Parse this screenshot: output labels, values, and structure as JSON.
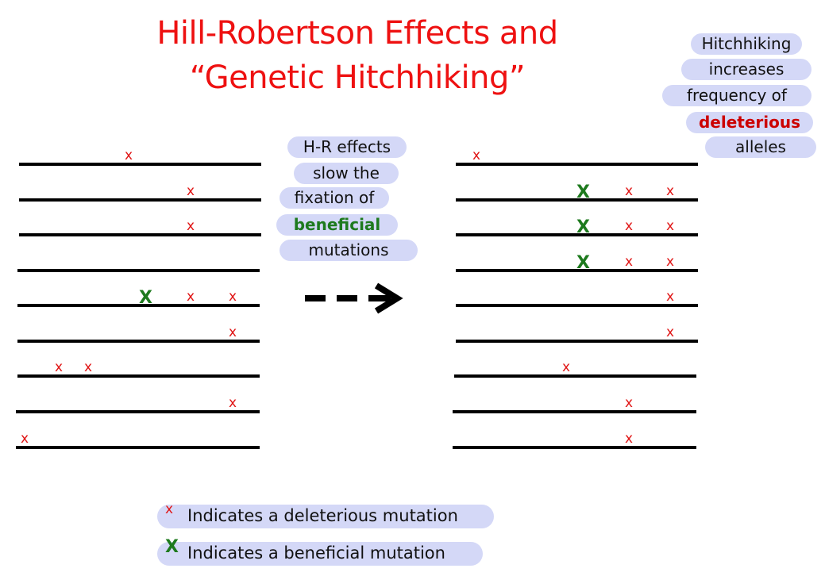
{
  "title": {
    "line1": "Hill-Robertson Effects and",
    "line2": "“Genetic Hitchhiking”"
  },
  "hr_note": [
    {
      "text": "H-R effects"
    },
    {
      "text": "slow the"
    },
    {
      "text": "fixation of"
    },
    {
      "text": "beneficial",
      "emphasis": "beneficial"
    },
    {
      "text": "mutations"
    }
  ],
  "hitchhiking_note": [
    {
      "text": "Hitchhiking"
    },
    {
      "text": "increases"
    },
    {
      "text": "frequency of"
    },
    {
      "text": "deleterious",
      "emphasis": "deleterious"
    },
    {
      "text": "alleles"
    }
  ],
  "mutation_symbol": "x",
  "beneficial_symbol": "X",
  "colors": {
    "title": "#ee1111",
    "deleterious": "#e01515",
    "beneficial": "#1e7a1e",
    "bubble": "#d4d8f7",
    "line": "#000000"
  },
  "legend": [
    {
      "type": "deleterious",
      "mark": "x",
      "text": "Indicates a deleterious mutation"
    },
    {
      "type": "beneficial",
      "mark": "X",
      "text": "Indicates a beneficial mutation"
    }
  ],
  "before_population": [
    {
      "mutations": [
        {
          "type": "deleterious"
        }
      ]
    },
    {
      "mutations": [
        {
          "type": "deleterious"
        }
      ]
    },
    {
      "mutations": [
        {
          "type": "deleterious"
        }
      ]
    },
    {
      "mutations": []
    },
    {
      "mutations": [
        {
          "type": "beneficial"
        },
        {
          "type": "deleterious"
        },
        {
          "type": "deleterious"
        }
      ]
    },
    {
      "mutations": [
        {
          "type": "deleterious"
        }
      ]
    },
    {
      "mutations": [
        {
          "type": "deleterious"
        },
        {
          "type": "deleterious"
        }
      ]
    },
    {
      "mutations": [
        {
          "type": "deleterious"
        }
      ]
    },
    {
      "mutations": [
        {
          "type": "deleterious"
        }
      ]
    }
  ],
  "after_population": [
    {
      "mutations": [
        {
          "type": "deleterious"
        }
      ]
    },
    {
      "mutations": [
        {
          "type": "beneficial"
        },
        {
          "type": "deleterious"
        },
        {
          "type": "deleterious"
        }
      ]
    },
    {
      "mutations": [
        {
          "type": "beneficial"
        },
        {
          "type": "deleterious"
        },
        {
          "type": "deleterious"
        }
      ]
    },
    {
      "mutations": [
        {
          "type": "beneficial"
        },
        {
          "type": "deleterious"
        },
        {
          "type": "deleterious"
        }
      ]
    },
    {
      "mutations": [
        {
          "type": "deleterious"
        }
      ]
    },
    {
      "mutations": [
        {
          "type": "deleterious"
        }
      ]
    },
    {
      "mutations": [
        {
          "type": "deleterious"
        }
      ]
    },
    {
      "mutations": [
        {
          "type": "deleterious"
        }
      ]
    },
    {
      "mutations": [
        {
          "type": "deleterious"
        }
      ]
    }
  ]
}
